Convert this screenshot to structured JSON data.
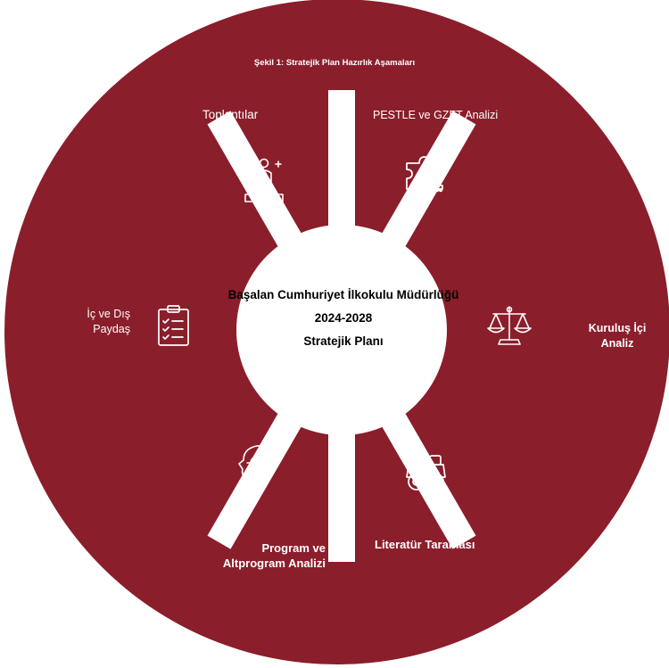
{
  "figure": {
    "caption_bold": "Şekil 1:",
    "caption_text": " Stratejik Plan Hazırlık Aşamaları"
  },
  "center": {
    "line1": "Başalan Cumhuriyet İlkokulu Müdürlüğü",
    "line2": "2024-2028",
    "line3": "Stratejik Planı"
  },
  "segments": {
    "toplantilar": {
      "label": "Toplantılar",
      "icon": "person-podium-icon"
    },
    "pestle": {
      "label": "PESTLE ve GZFT Analizi",
      "icon": "puzzle-icon"
    },
    "kurulus": {
      "line1": "Kuruluş İçi",
      "line2": "Analiz",
      "icon": "balance-scale-icon"
    },
    "literatur": {
      "label": "Literatür Taraması",
      "icon": "binoculars-icon"
    },
    "program": {
      "line1": "Program ve",
      "line2": "Altprogram Analizi",
      "icon": "head-target-icon"
    },
    "paydas": {
      "line1": "İç ve Dış",
      "line2": "Paydaş",
      "icon": "clipboard-checklist-icon"
    }
  },
  "colors": {
    "ring": "#8B1E2B",
    "hub": "#ffffff",
    "icon": "#ffffff"
  }
}
